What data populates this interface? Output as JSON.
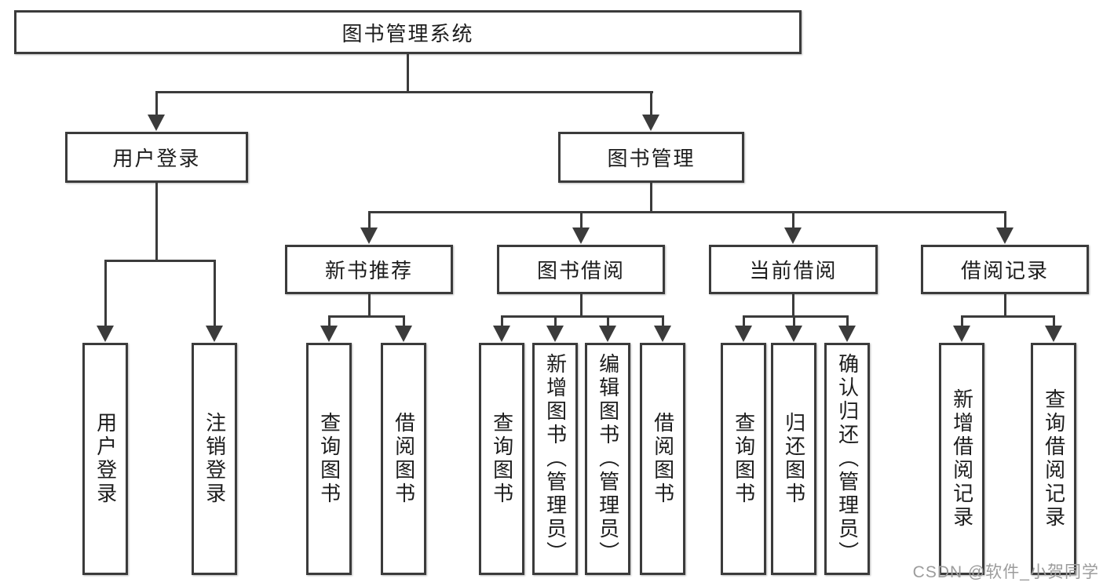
{
  "diagram": {
    "root": {
      "label": "图书管理系统"
    },
    "level2": [
      {
        "label": "用户登录"
      },
      {
        "label": "图书管理"
      }
    ],
    "level3": [
      {
        "label": "新书推荐"
      },
      {
        "label": "图书借阅"
      },
      {
        "label": "当前借阅"
      },
      {
        "label": "借阅记录"
      }
    ],
    "leaves": {
      "login": [
        "用户登录",
        "注销登录"
      ],
      "recommend": [
        "查询图书",
        "借阅图书"
      ],
      "borrow": [
        "查询图书",
        "新增图书（管理员）",
        "编辑图书（管理员）",
        "借阅图书"
      ],
      "current": [
        "查询图书",
        "归还图书",
        "确认归还（管理员）"
      ],
      "records": [
        "新增借阅记录",
        "查询借阅记录"
      ]
    },
    "watermark": "CSDN @软件_小贺同学",
    "colors": {
      "line": "#3b3b3b",
      "text": "#1d1d1d",
      "watermark": "#9c9c9c",
      "background": "#ffffff"
    }
  }
}
